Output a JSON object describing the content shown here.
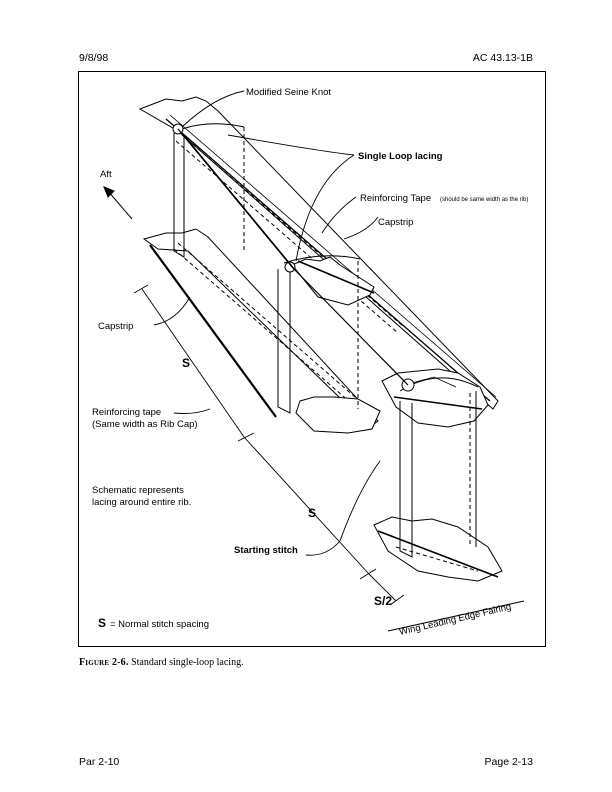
{
  "header": {
    "date": "9/8/98",
    "doc_id": "AC 43.13-1B"
  },
  "footer": {
    "paragraph": "Par 2-10",
    "page": "Page 2-13"
  },
  "figure": {
    "labels": {
      "modified_seine_knot": "Modified Seine Knot",
      "single_loop_lacing": "Single Loop lacing",
      "aft": "Aft",
      "reinforcing_tape_top": "Reinforcing Tape",
      "reinforcing_tape_note": "(should be same width as the rib)",
      "capstrip_right": "Capstrip",
      "capstrip_left": "Capstrip",
      "s_upper": "S",
      "reinforcing_tape_left_line1": "Reinforcing tape",
      "reinforcing_tape_left_line2": "(Same width as Rib Cap)",
      "schematic_line1": "Schematic represents",
      "schematic_line2": "lacing around entire rib.",
      "s_lower": "S",
      "starting_stitch": "Starting stitch",
      "s_half": "S/2",
      "legend_symbol": "S",
      "legend_text": "= Normal stitch spacing",
      "wing_leading_edge": "Wing Leading Edge Fairing"
    }
  },
  "caption": {
    "label": "Figure 2-6.",
    "text": "Standard single-loop lacing."
  }
}
